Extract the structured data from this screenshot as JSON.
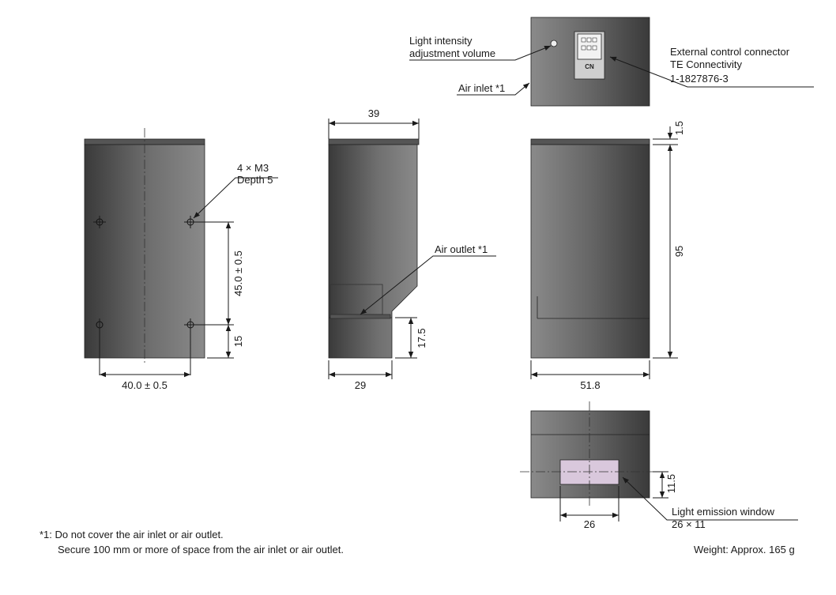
{
  "colors": {
    "body_dark": "#3c3c3c",
    "body_light": "#7a7a7a",
    "window": "#d9c8dc",
    "line": "#1a1a1a"
  },
  "top_view": {
    "volume_label_line1": "Light intensity",
    "volume_label_line2": "adjustment volume",
    "air_inlet_label": "Air inlet *1",
    "connector_label_line1": "External control connector",
    "connector_label_line2": "TE Connectivity",
    "connector_label_line3": "1-1827876-3",
    "connector_marking": "CN"
  },
  "rear_view": {
    "screw_label_line1": "4 × M3",
    "screw_label_line2": "Depth 5",
    "dim_hole_vertical": "45.0 ± 0.5",
    "dim_hole_bottom": "15",
    "dim_hole_horizontal": "40.0 ± 0.5"
  },
  "side_view": {
    "dim_top_width": "39",
    "air_outlet_label": "Air outlet *1",
    "dim_outlet_height": "17.5",
    "dim_bottom_width": "29"
  },
  "front_view": {
    "dim_top_step": "1.5",
    "dim_height": "95",
    "dim_width": "51.8"
  },
  "bottom_view": {
    "dim_window_height": "11.5",
    "dim_window_width": "26",
    "window_label_line1": "Light emission window",
    "window_label_line2": "26 × 11"
  },
  "notes": {
    "note1": "*1: Do not cover the air inlet or air outlet.",
    "note2": "Secure 100 mm or more of space from the air inlet or air outlet.",
    "weight": "Weight: Approx. 165 g"
  }
}
